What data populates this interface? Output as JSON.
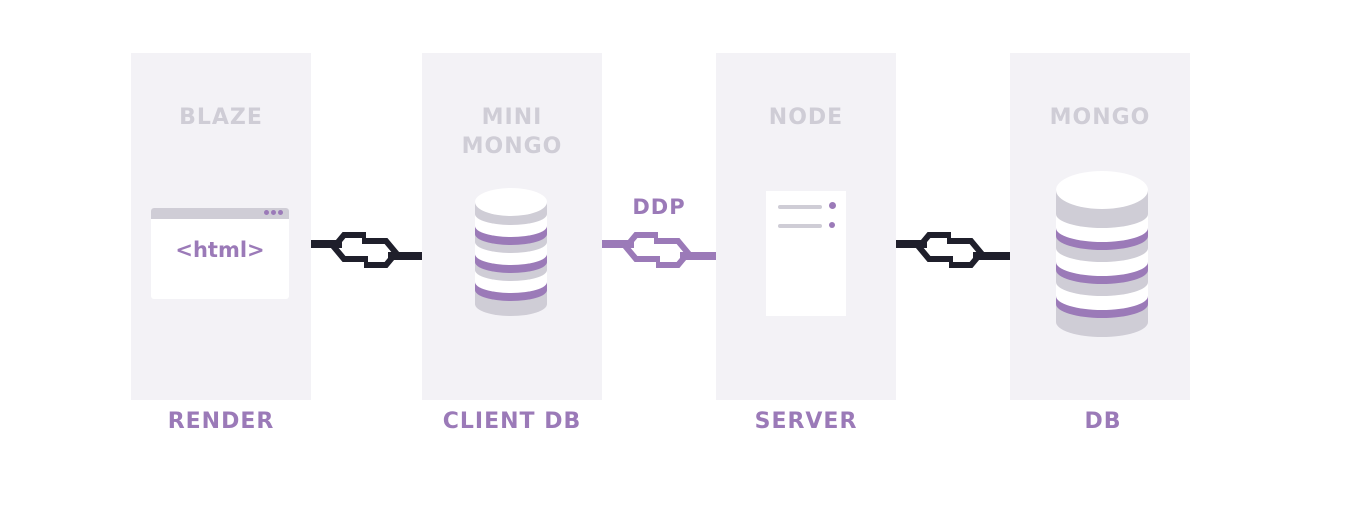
{
  "panels": [
    {
      "id": "blaze",
      "title": "BLAZE",
      "label": "RENDER"
    },
    {
      "id": "minimongo",
      "title": "MINI\nMONGO",
      "label": "CLIENT DB"
    },
    {
      "id": "node",
      "title": "NODE",
      "label": "SERVER"
    },
    {
      "id": "mongo",
      "title": "MONGO",
      "label": "DB"
    }
  ],
  "browser_text": "<html>",
  "ddp_label": "DDP",
  "icons": {
    "browser": "browser-window-icon",
    "client_db": "database-stack-icon",
    "server": "server-document-icon",
    "db": "database-stack-icon",
    "connector": "link-chain-icon"
  },
  "colors": {
    "panel_bg": "#f3f2f6",
    "panel_title": "#cfcdd6",
    "accent_purple": "#9b7ab8",
    "connector_dark": "#1f1f2b",
    "db_gray": "#cfcdd6"
  }
}
